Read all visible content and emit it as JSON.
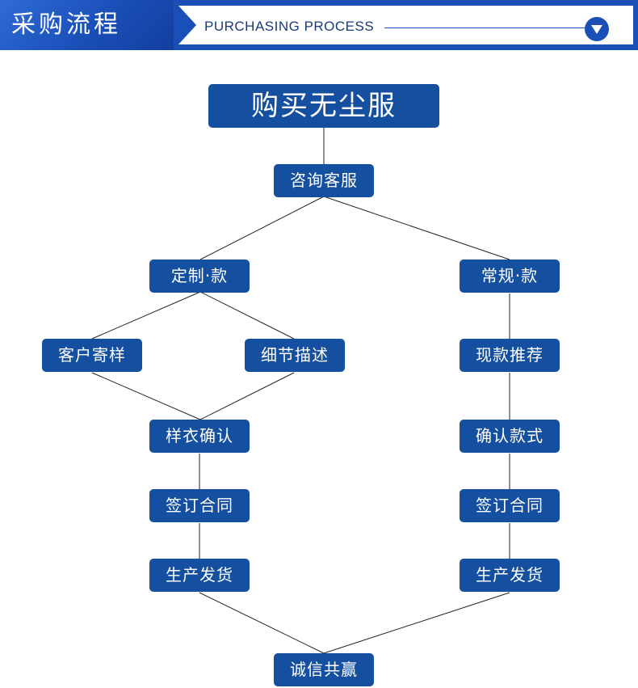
{
  "header": {
    "title_cn": "采购流程",
    "title_en": "PURCHASING PROCESS",
    "arrow_icon": "chevron-down-icon",
    "accent_color": "#1a4fb8"
  },
  "flow": {
    "root": "购买无尘服",
    "consult": "咨询客服",
    "left": {
      "branch": "定制·款",
      "option_a": "客户寄样",
      "option_b": "细节描述",
      "confirm": "样衣确认",
      "contract": "签订合同",
      "ship": "生产发货"
    },
    "right": {
      "branch": "常规·款",
      "recommend": "现款推荐",
      "confirm": "确认款式",
      "contract": "签订合同",
      "ship": "生产发货"
    },
    "end": "诚信共赢",
    "node_color": "#1550a0"
  }
}
